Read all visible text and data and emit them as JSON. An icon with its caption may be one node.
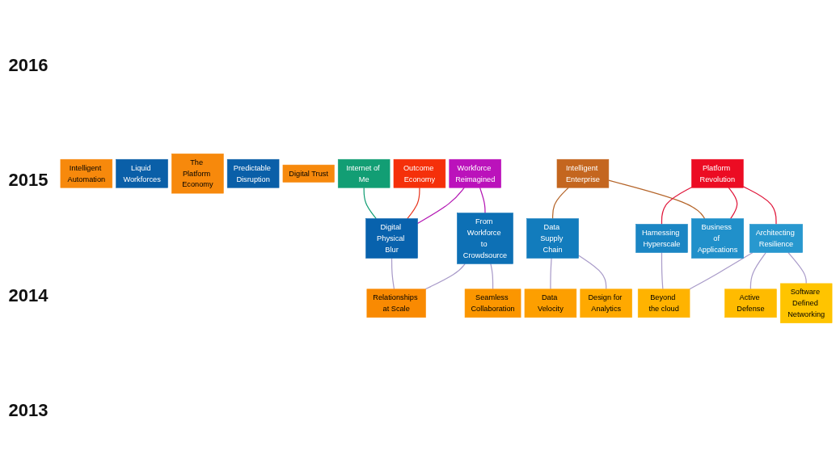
{
  "diagram": {
    "nodes": [
      {
        "text": [
          "Intelligent Automation"
        ]
      },
      {
        "text": [
          "Liquid Workforces"
        ]
      },
      {
        "text": [
          "The Platform Economy"
        ]
      },
      {
        "text": [
          "Predictable Disruption"
        ]
      },
      {
        "text": [
          "Digital Trust"
        ]
      },
      {
        "text": [
          "Internet of Me"
        ]
      },
      {
        "text": [
          "Outcome Economy"
        ]
      },
      {
        "text": [
          "Workforce Reimagined"
        ]
      },
      {
        "text": [
          "Intelligent Enterprise"
        ]
      },
      {
        "text": [
          "Platform Revolution"
        ]
      },
      {
        "text": [
          "Digital Physical Blur"
        ]
      },
      {
        "text": [
          "From Workforce to Crowdsource"
        ]
      },
      {
        "text": [
          "Data Supply Chain"
        ]
      },
      {
        "text": [
          "Harnessing Hyperscale"
        ]
      },
      {
        "text": [
          "Business of Applications"
        ]
      },
      {
        "text": [
          "Architecting Resilience"
        ]
      },
      {
        "text": [
          "Relationships at Scale"
        ]
      },
      {
        "text": [
          "Seamless Collaboration"
        ]
      },
      {
        "text": [
          "Data Velocity"
        ]
      },
      {
        "text": [
          "Design for Analytics"
        ]
      },
      {
        "text": [
          "Beyond the cloud"
        ]
      },
      {
        "text": [
          "Active Defense"
        ]
      },
      {
        "text": [
          "Software Defined Networking"
        ]
      }
    ],
    "edges": [
      {
        "from": 5,
        "to": 10,
        "arrow": "none",
        "color": "#129e74"
      },
      {
        "from": 6,
        "to": 10,
        "arrow": "none",
        "color": "#e8361f"
      },
      {
        "from": 7,
        "to": 10,
        "arrow": "none",
        "color": "#b316b3"
      },
      {
        "from": 7,
        "to": 11,
        "arrow": "none",
        "color": "#b316b3"
      },
      {
        "from": 8,
        "to": 12,
        "arrow": "none",
        "color": "#b5652a"
      },
      {
        "from": 8,
        "to": 14,
        "arrow": "none",
        "color": "#b5652a"
      },
      {
        "from": 9,
        "to": 13,
        "arrow": "none",
        "color": "#e0163a"
      },
      {
        "from": 9,
        "to": 14,
        "arrow": "none",
        "color": "#e0163a"
      },
      {
        "from": 9,
        "to": 15,
        "arrow": "none",
        "color": "#e0163a"
      },
      {
        "from": 10,
        "to": 16,
        "arrow": "none"
      },
      {
        "from": 11,
        "to": 16,
        "arrow": "none"
      },
      {
        "from": 11,
        "to": 17,
        "arrow": "none"
      },
      {
        "from": 12,
        "to": 18,
        "arrow": "none"
      },
      {
        "from": 12,
        "to": 19,
        "arrow": "none"
      },
      {
        "from": 13,
        "to": 20,
        "arrow": "none"
      },
      {
        "from": 15,
        "to": 20,
        "arrow": "none"
      },
      {
        "from": 15,
        "to": 21,
        "arrow": "none"
      },
      {
        "from": 15,
        "to": 22,
        "arrow": "none"
      }
    ],
    "labels": [
      "2016",
      "2015",
      "2014",
      "2013"
    ]
  }
}
